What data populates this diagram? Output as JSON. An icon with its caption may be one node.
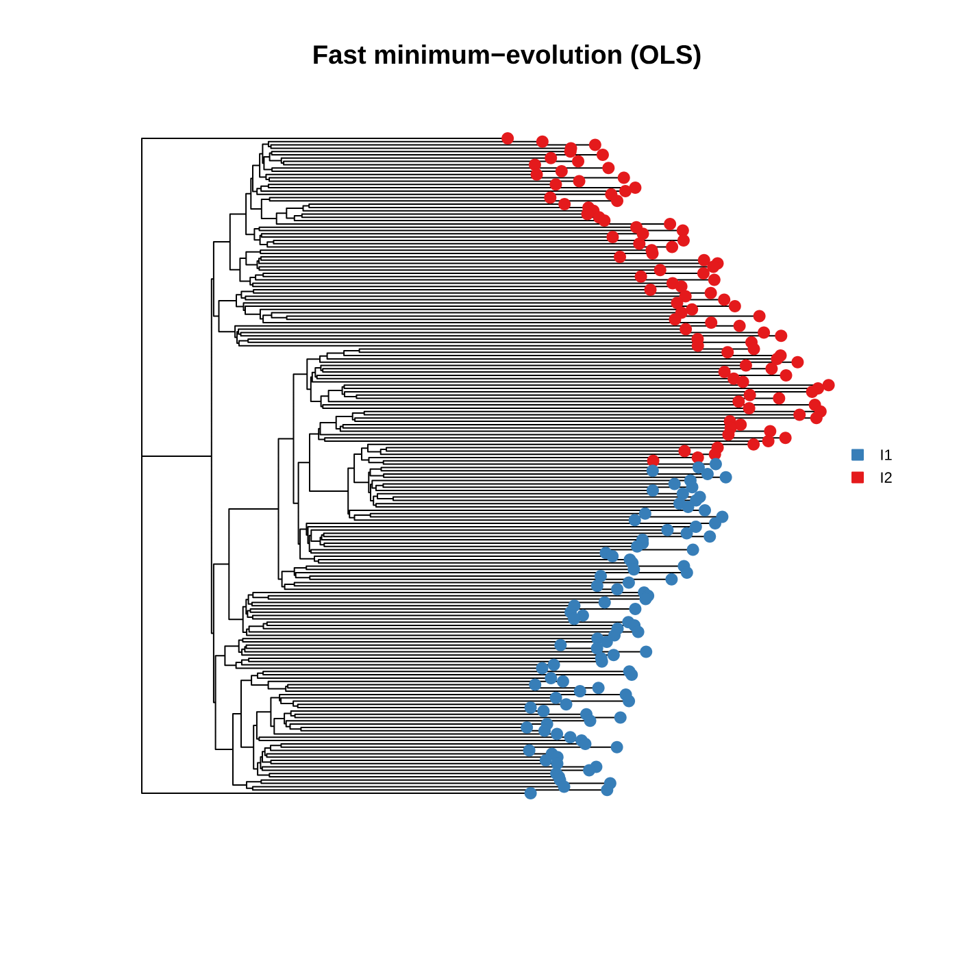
{
  "diagram": {
    "title": "Fast minimum−evolution (OLS)",
    "legend": [
      {
        "text": "I1",
        "color": "#377eb8"
      },
      {
        "text": "I2",
        "color": "#e41a1c"
      }
    ]
  }
}
